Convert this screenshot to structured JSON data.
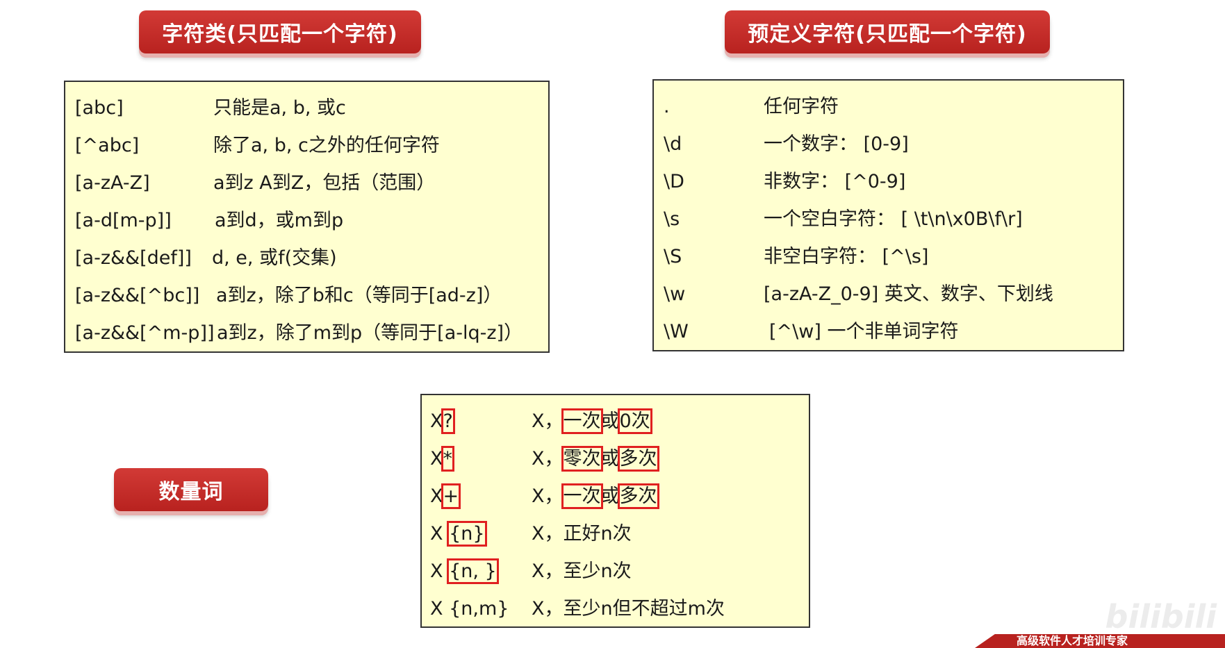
{
  "headers": {
    "char_class": "字符类(只匹配一个字符)",
    "predefined": "预定义字符(只匹配一个字符)",
    "quantifier": "数量词"
  },
  "char_class_rows": [
    {
      "pattern": "[abc]",
      "desc": "只能是a, b, 或c"
    },
    {
      "pattern": "[^abc]",
      "desc": "除了a, b, c之外的任何字符"
    },
    {
      "pattern": "[a-zA-Z]",
      "desc": "a到z A到Z，包括（范围）"
    },
    {
      "pattern": "[a-d[m-p]]",
      "desc": "a到d，或m到p"
    },
    {
      "pattern": "[a-z&&[def]]",
      "desc": "d, e, 或f(交集)"
    },
    {
      "pattern": "[a-z&&[^bc]]",
      "desc": "a到z，除了b和c（等同于[ad-z]）"
    },
    {
      "pattern": "[a-z&&[^m-p]]",
      "desc": "a到z，除了m到p（等同于[a-lq-z]）"
    }
  ],
  "predefined_rows": [
    {
      "pattern": ".",
      "desc": "任何字符"
    },
    {
      "pattern": "\\d",
      "desc": "一个数字： [0-9]"
    },
    {
      "pattern": "\\D",
      "desc": "非数字： [^0-9]"
    },
    {
      "pattern": "\\s",
      "desc": "一个空白字符： [ \\t\\n\\x0B\\f\\r]"
    },
    {
      "pattern": "\\S",
      "desc": "非空白字符： [^\\s]"
    },
    {
      "pattern": "\\w",
      "desc": "[a-zA-Z_0-9] 英文、数字、下划线"
    },
    {
      "pattern": "\\W",
      "desc": "[^\\w] 一个非单词字符"
    }
  ],
  "quantifier_rows": [
    {
      "x": "X",
      "sym": "?",
      "pre": "X，",
      "a": "一次",
      "mid": "或",
      "b": "0次"
    },
    {
      "x": "X",
      "sym": "*",
      "pre": "X，",
      "a": "零次",
      "mid": "或",
      "b": "多次"
    },
    {
      "x": "X",
      "sym": "+",
      "pre": "X，",
      "a": "一次",
      "mid": "或",
      "b": "多次"
    },
    {
      "x": "X",
      "sym": "{n}",
      "desc": "X，正好n次"
    },
    {
      "x": "X",
      "sym": "{n, }",
      "desc": "X，至少n次"
    },
    {
      "x": "X",
      "sym": "{n,m}",
      "desc": "X，至少n但不超过m次"
    }
  ],
  "watermark": "bilibili",
  "footer_banner": "高级软件人才培训专家"
}
